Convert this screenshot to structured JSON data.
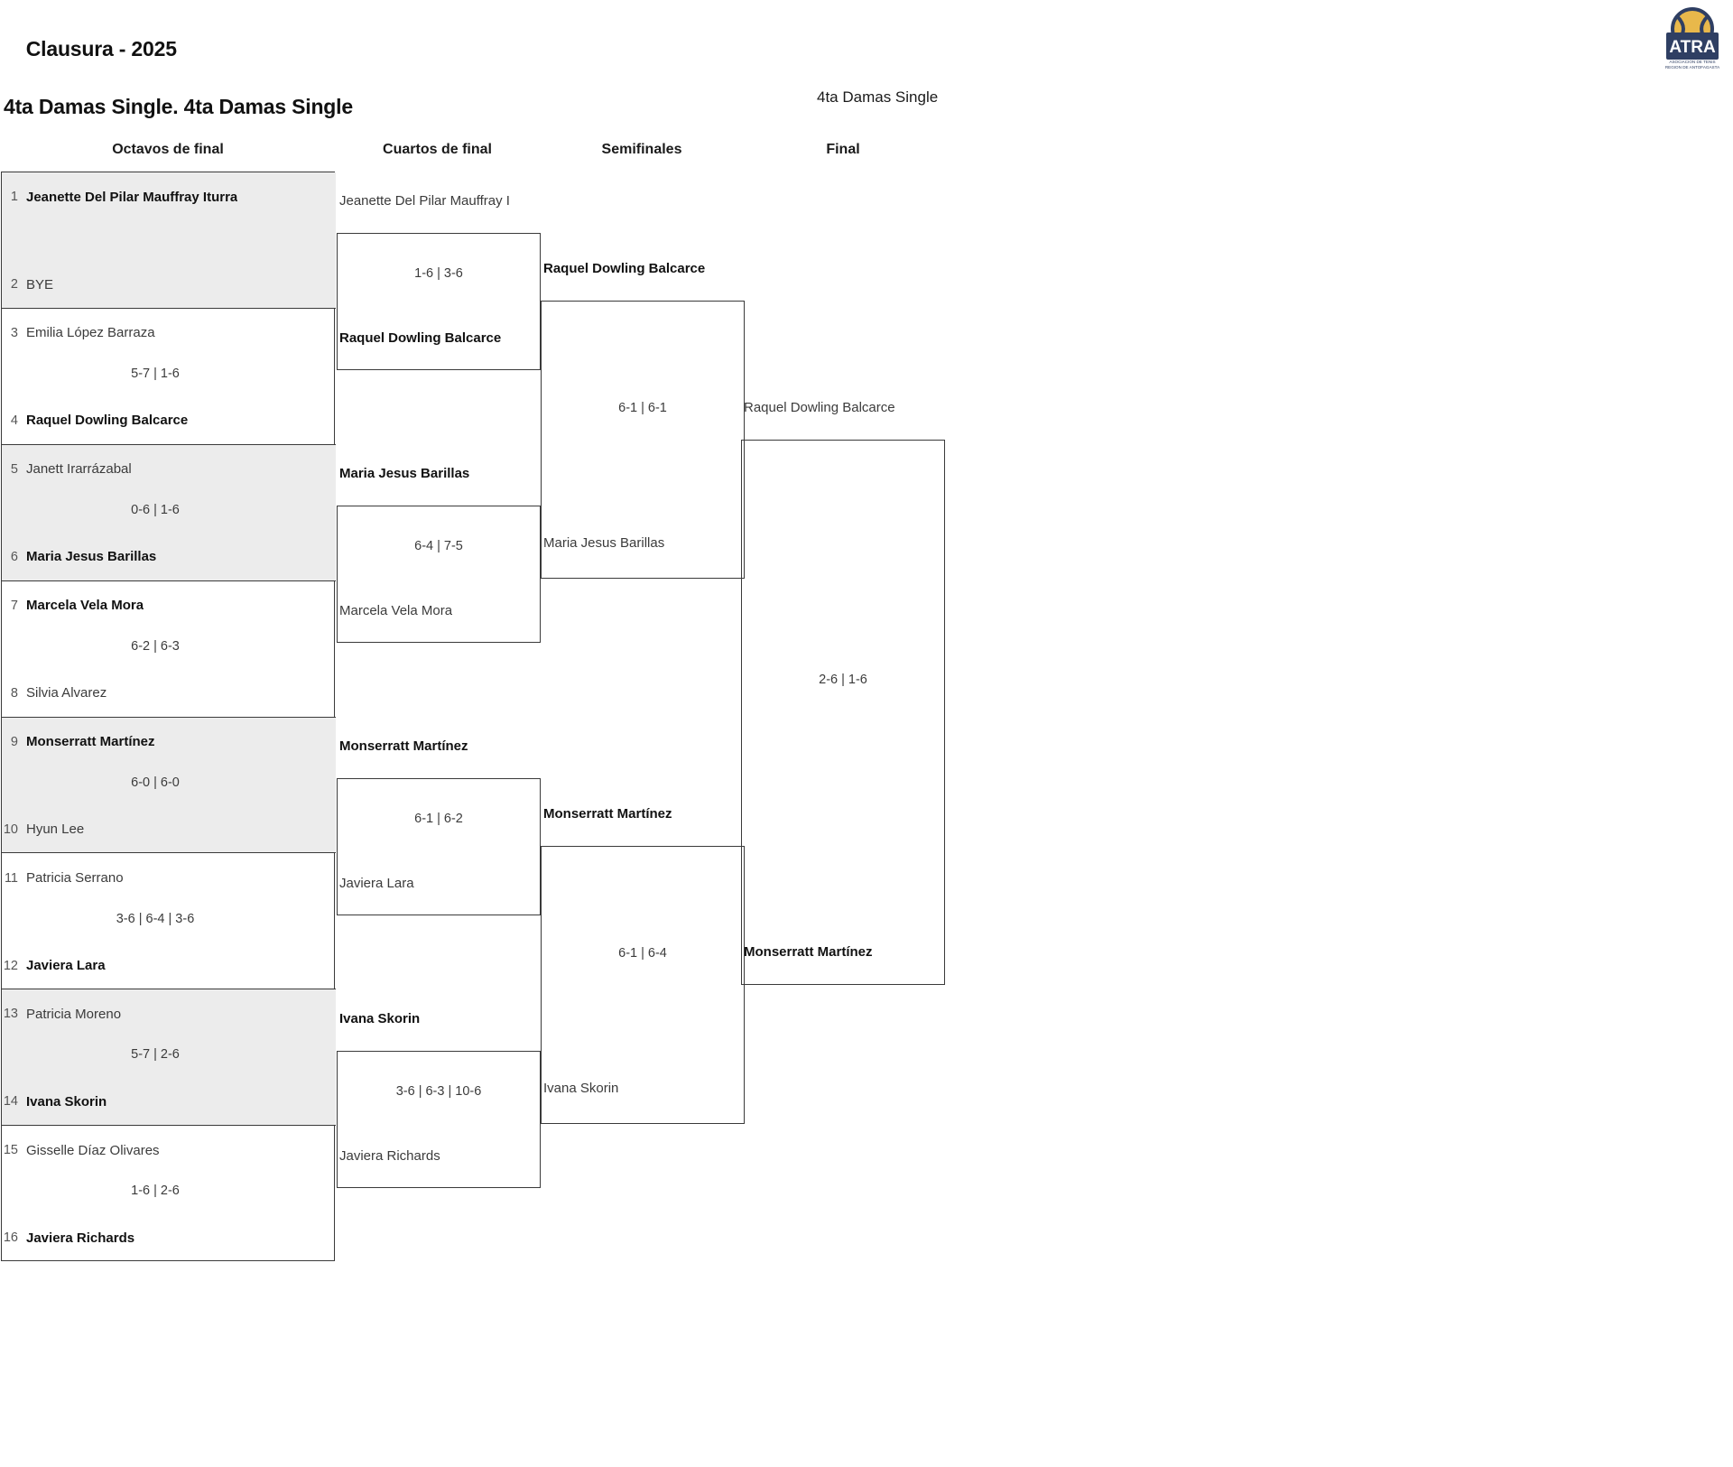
{
  "header": {
    "title_line1": "Clausura - 2025",
    "title_line2": "4ta Damas Single. 4ta Damas Single",
    "bracket_title": "4ta Damas Single",
    "logo_name": "atra-logo",
    "logo_text_main": "ATRA",
    "logo_text_sub1": "ASOCIACION DE TENIS",
    "logo_text_sub2": "REGION DE ANTOFAGASTA",
    "logo_color_navy": "#2f3f63",
    "logo_color_gold": "#e8b84b"
  },
  "rounds": [
    {
      "label": "Octavos de final"
    },
    {
      "label": "Cuartos de final"
    },
    {
      "label": "Semifinales"
    },
    {
      "label": "Final"
    }
  ],
  "round1": {
    "matches": [
      {
        "shade": true,
        "top": {
          "seed": "1",
          "name": "Jeanette Del Pilar Mauffray Iturra",
          "winner": true
        },
        "bottom": {
          "seed": "2",
          "name": "BYE",
          "winner": false
        },
        "score": ""
      },
      {
        "shade": false,
        "top": {
          "seed": "3",
          "name": "Emilia López Barraza",
          "winner": false
        },
        "bottom": {
          "seed": "4",
          "name": "Raquel Dowling Balcarce",
          "winner": true
        },
        "score": "5-7 | 1-6"
      },
      {
        "shade": true,
        "top": {
          "seed": "5",
          "name": "Janett Irarrázabal",
          "winner": false
        },
        "bottom": {
          "seed": "6",
          "name": "Maria Jesus Barillas",
          "winner": true
        },
        "score": "0-6 | 1-6"
      },
      {
        "shade": false,
        "top": {
          "seed": "7",
          "name": "Marcela Vela Mora",
          "winner": true
        },
        "bottom": {
          "seed": "8",
          "name": "Silvia Alvarez",
          "winner": false
        },
        "score": "6-2 | 6-3"
      },
      {
        "shade": true,
        "top": {
          "seed": "9",
          "name": "Monserratt Martínez",
          "winner": true
        },
        "bottom": {
          "seed": "10",
          "name": "Hyun Lee",
          "winner": false
        },
        "score": "6-0 | 6-0"
      },
      {
        "shade": false,
        "top": {
          "seed": "11",
          "name": "Patricia Serrano",
          "winner": false
        },
        "bottom": {
          "seed": "12",
          "name": "Javiera Lara",
          "winner": true
        },
        "score": "3-6 | 6-4 | 3-6"
      },
      {
        "shade": true,
        "top": {
          "seed": "13",
          "name": "Patricia Moreno",
          "winner": false
        },
        "bottom": {
          "seed": "14",
          "name": "Ivana Skorin",
          "winner": true
        },
        "score": "5-7 | 2-6"
      },
      {
        "shade": false,
        "top": {
          "seed": "15",
          "name": "Gisselle Díaz Olivares",
          "winner": false
        },
        "bottom": {
          "seed": "16",
          "name": "Javiera Richards",
          "winner": true
        },
        "score": "1-6 | 2-6"
      }
    ]
  },
  "round2": {
    "matches": [
      {
        "top": {
          "name": "Jeanette Del Pilar Mauffray Iturra",
          "winner": false
        },
        "bottom": {
          "name": "Raquel Dowling Balcarce",
          "winner": true
        },
        "score": "1-6 | 3-6"
      },
      {
        "top": {
          "name": "Maria Jesus Barillas",
          "winner": true
        },
        "bottom": {
          "name": "Marcela Vela Mora",
          "winner": false
        },
        "score": "6-4 | 7-5"
      },
      {
        "top": {
          "name": "Monserratt Martínez",
          "winner": true
        },
        "bottom": {
          "name": "Javiera Lara",
          "winner": false
        },
        "score": "6-1 | 6-2"
      },
      {
        "top": {
          "name": "Ivana Skorin",
          "winner": true
        },
        "bottom": {
          "name": "Javiera Richards",
          "winner": false
        },
        "score": "3-6 | 6-3 | 10-6"
      }
    ]
  },
  "round3": {
    "matches": [
      {
        "top": {
          "name": "Raquel Dowling Balcarce",
          "winner": true
        },
        "bottom": {
          "name": "Maria Jesus Barillas",
          "winner": false
        },
        "score": "6-1 | 6-1"
      },
      {
        "top": {
          "name": "Monserratt Martínez",
          "winner": true
        },
        "bottom": {
          "name": "Ivana Skorin",
          "winner": false
        },
        "score": "6-1 | 6-4"
      }
    ]
  },
  "round4": {
    "matches": [
      {
        "top": {
          "name": "Raquel Dowling Balcarce",
          "winner": false
        },
        "bottom": {
          "name": "Monserratt Martínez",
          "winner": true
        },
        "score": "2-6 | 1-6"
      }
    ]
  }
}
